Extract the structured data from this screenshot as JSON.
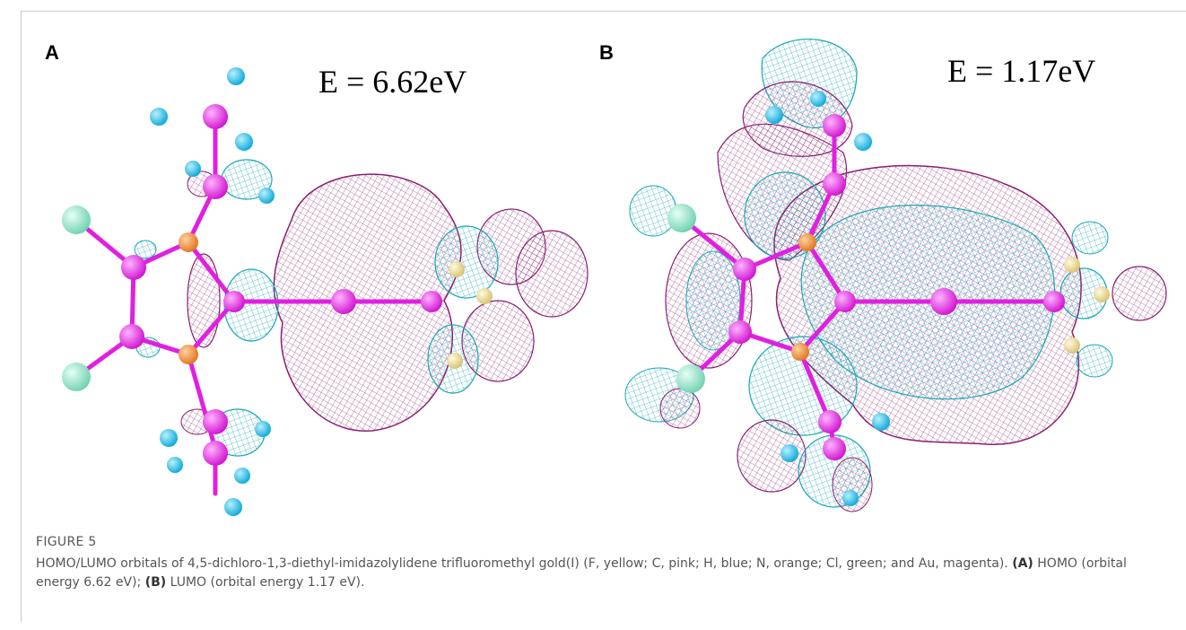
{
  "figure": {
    "label": "FIGURE 5",
    "caption_pre_a": "HOMO/LUMO orbitals of 4,5-dichloro-1,3-diethyl-imidazolylidene trifluoromethyl gold(I) (F, yellow; C, pink; H, blue; N, orange; Cl, green; and Au, magenta).",
    "caption_ref_a": "(A)",
    "caption_mid": "HOMO (orbital energy 6.62 eV);",
    "caption_ref_b": "(B)",
    "caption_end": "LUMO (orbital energy 1.17 eV)."
  },
  "panels": [
    {
      "letter": "A",
      "energy": "E = 6.62eV"
    },
    {
      "letter": "B",
      "energy": "E = 1.17eV"
    }
  ],
  "colors": {
    "orbital_positive": "#8b1f6f",
    "orbital_negative": "#18a8b4",
    "atom_carbon": "#e020e0",
    "atom_hydrogen": "#22c2e6",
    "atom_nitrogen": "#f08a2c",
    "atom_chlorine": "#8fe3c8",
    "atom_fluorine": "#e8d890",
    "atom_gold": "#ee35d8"
  }
}
